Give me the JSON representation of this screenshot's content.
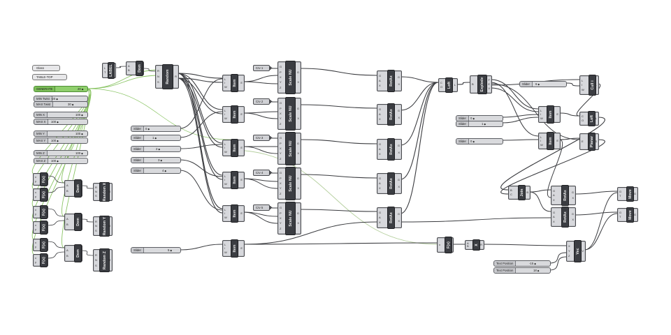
{
  "panels": [
    {
      "text": "Glass"
    },
    {
      "text": "TABLE-TOP"
    }
  ],
  "sliders": [
    {
      "label": "GENERATE",
      "value": "20",
      "accent": true
    },
    {
      "label": "MIN Twist",
      "value": "-20"
    },
    {
      "label": "MAX Twist",
      "value": "30"
    },
    {
      "label": "MIN X",
      "value": "100"
    },
    {
      "label": "MAX X",
      "value": "100"
    },
    {
      "label": "MIN Y",
      "value": "100"
    },
    {
      "label": "MAX Y",
      "value": "100"
    },
    {
      "label": "MIN Z",
      "value": "100"
    },
    {
      "label": "MAX Z",
      "value": "100"
    },
    {
      "label": "Slider",
      "value": "0"
    },
    {
      "label": "Slider",
      "value": "1"
    },
    {
      "label": "Slider",
      "value": "2"
    },
    {
      "label": "Slider",
      "value": "3"
    },
    {
      "label": "Slider",
      "value": "4"
    },
    {
      "label": "Slider",
      "value": "5"
    },
    {
      "label": "Slider",
      "value": "0"
    },
    {
      "label": "Slider",
      "value": "1"
    },
    {
      "label": "Slider",
      "value": "6"
    },
    {
      "label": "Slider",
      "value": "0"
    },
    {
      "label": "Text Position",
      "value": "-15"
    },
    {
      "label": "Text Position",
      "value": "18"
    }
  ],
  "components": [
    {
      "name": "LABEL",
      "inputs": [
        "L",
        "T"
      ],
      "outputs": []
    },
    {
      "name": "Dom",
      "inputs": [
        "A",
        "B"
      ],
      "outputs": [
        "I"
      ]
    },
    {
      "name": "Random",
      "inputs": [
        "R",
        "N",
        "S"
      ],
      "outputs": [
        "R"
      ]
    },
    {
      "name": "F(x)",
      "inputs": [
        "x",
        "y"
      ],
      "outputs": [
        "r"
      ]
    },
    {
      "name": "F(x)",
      "inputs": [
        "x",
        "y"
      ],
      "outputs": [
        "r"
      ]
    },
    {
      "name": "Dom",
      "inputs": [
        "A",
        "B"
      ],
      "outputs": [
        "I"
      ]
    },
    {
      "name": "Random X",
      "inputs": [
        "R",
        "N",
        "S"
      ],
      "outputs": [
        "R"
      ]
    },
    {
      "name": "F(x)",
      "inputs": [
        "x",
        "y"
      ],
      "outputs": [
        "r"
      ]
    },
    {
      "name": "F(x)",
      "inputs": [
        "x",
        "y"
      ],
      "outputs": [
        "r"
      ]
    },
    {
      "name": "Dom",
      "inputs": [
        "A",
        "B"
      ],
      "outputs": [
        "I"
      ]
    },
    {
      "name": "Random Y",
      "inputs": [
        "R",
        "N",
        "S"
      ],
      "outputs": [
        "R"
      ]
    },
    {
      "name": "F(x)",
      "inputs": [
        "x",
        "y"
      ],
      "outputs": [
        "r"
      ]
    },
    {
      "name": "F(x)",
      "inputs": [
        "x",
        "y"
      ],
      "outputs": [
        "r"
      ]
    },
    {
      "name": "Dom",
      "inputs": [
        "A",
        "B"
      ],
      "outputs": [
        "I"
      ]
    },
    {
      "name": "Random Z",
      "inputs": [
        "R",
        "N",
        "S"
      ],
      "outputs": [
        "R"
      ]
    },
    {
      "name": "Item",
      "inputs": [
        "L",
        "i",
        "W"
      ],
      "outputs": [
        "E"
      ]
    },
    {
      "name": "Item",
      "inputs": [
        "L",
        "i",
        "W"
      ],
      "outputs": [
        "E"
      ]
    },
    {
      "name": "Item",
      "inputs": [
        "L",
        "i",
        "W"
      ],
      "outputs": [
        "E"
      ]
    },
    {
      "name": "Item",
      "inputs": [
        "L",
        "i",
        "W"
      ],
      "outputs": [
        "E"
      ]
    },
    {
      "name": "Item",
      "inputs": [
        "L",
        "i",
        "W"
      ],
      "outputs": [
        "E"
      ]
    },
    {
      "name": "Item",
      "inputs": [
        "L",
        "i",
        "W"
      ],
      "outputs": [
        "E"
      ]
    },
    {
      "name": "Scale NU",
      "inputs": [
        "G",
        "P",
        "X",
        "Y",
        "Z"
      ],
      "outputs": [
        "G",
        "X"
      ]
    },
    {
      "name": "Scale NU",
      "inputs": [
        "G",
        "P",
        "X",
        "Y",
        "Z"
      ],
      "outputs": [
        "G",
        "X"
      ]
    },
    {
      "name": "Scale NU",
      "inputs": [
        "G",
        "P",
        "X",
        "Y",
        "Z"
      ],
      "outputs": [
        "G",
        "X"
      ]
    },
    {
      "name": "Scale NU",
      "inputs": [
        "G",
        "P",
        "X",
        "Y",
        "Z"
      ],
      "outputs": [
        "G",
        "X"
      ]
    },
    {
      "name": "Scale NU",
      "inputs": [
        "G",
        "P",
        "X",
        "Y",
        "Z"
      ],
      "outputs": [
        "G",
        "X"
      ]
    },
    {
      "name": "RotAx",
      "inputs": [
        "G",
        "A",
        "X"
      ],
      "outputs": [
        "G",
        "X"
      ]
    },
    {
      "name": "RotAx",
      "inputs": [
        "G",
        "A",
        "X"
      ],
      "outputs": [
        "G",
        "X"
      ]
    },
    {
      "name": "RotAx",
      "inputs": [
        "G",
        "A",
        "X"
      ],
      "outputs": [
        "G",
        "X"
      ]
    },
    {
      "name": "RotAx",
      "inputs": [
        "G",
        "A",
        "X"
      ],
      "outputs": [
        "G",
        "X"
      ]
    },
    {
      "name": "RotAx",
      "inputs": [
        "G",
        "A",
        "X"
      ],
      "outputs": [
        "G",
        "X"
      ]
    },
    {
      "name": "Loft",
      "inputs": [
        "C",
        "O"
      ],
      "outputs": [
        "L"
      ]
    },
    {
      "name": "Explode",
      "inputs": [
        "B"
      ],
      "outputs": [
        "F",
        "E",
        "V"
      ]
    },
    {
      "name": "Item",
      "inputs": [
        "L",
        "i",
        "W"
      ],
      "outputs": [
        "E"
      ]
    },
    {
      "name": "Item",
      "inputs": [
        "L",
        "i",
        "W"
      ],
      "outputs": [
        "E"
      ]
    },
    {
      "name": "Cull i",
      "inputs": [
        "L",
        "I",
        "W"
      ],
      "outputs": [
        "L"
      ]
    },
    {
      "name": "Loft",
      "inputs": [
        "C",
        "O"
      ],
      "outputs": [
        "L"
      ]
    },
    {
      "name": "Planar",
      "inputs": [
        "E"
      ],
      "outputs": [
        "S"
      ]
    },
    {
      "name": "Join",
      "inputs": [
        "B",
        "C"
      ],
      "outputs": [
        "B"
      ]
    },
    {
      "name": "RotAx",
      "inputs": [
        "G",
        "A",
        "X"
      ],
      "outputs": [
        "G",
        "X"
      ]
    },
    {
      "name": "RotAx",
      "inputs": [
        "G",
        "A",
        "X"
      ],
      "outputs": [
        "G",
        "X"
      ]
    },
    {
      "name": "Move",
      "inputs": [
        "G",
        "T"
      ],
      "outputs": [
        "G"
      ]
    },
    {
      "name": "Move",
      "inputs": [
        "G",
        "T"
      ],
      "outputs": [
        "G"
      ]
    },
    {
      "name": "F(x)",
      "inputs": [
        "x"
      ],
      "outputs": [
        "r"
      ]
    },
    {
      "name": "X",
      "inputs": [
        "A",
        "B"
      ],
      "outputs": [
        "R"
      ]
    },
    {
      "name": "Vec",
      "inputs": [
        "X",
        "Y",
        "Z"
      ],
      "outputs": [
        "V"
      ]
    }
  ],
  "params": [
    {
      "label": "Crv 1"
    },
    {
      "label": "Crv 2"
    },
    {
      "label": "Crv 3"
    },
    {
      "label": "Crv 4"
    },
    {
      "label": "Crv 5"
    }
  ],
  "colors": {
    "wire": "#3a3b3f",
    "wire_selected": "#8bc565",
    "wire_faint": "#b5cf9e",
    "component_body": "#d7d8dc",
    "component_core": "#3b3d42",
    "accent": "#8fcf6c"
  }
}
